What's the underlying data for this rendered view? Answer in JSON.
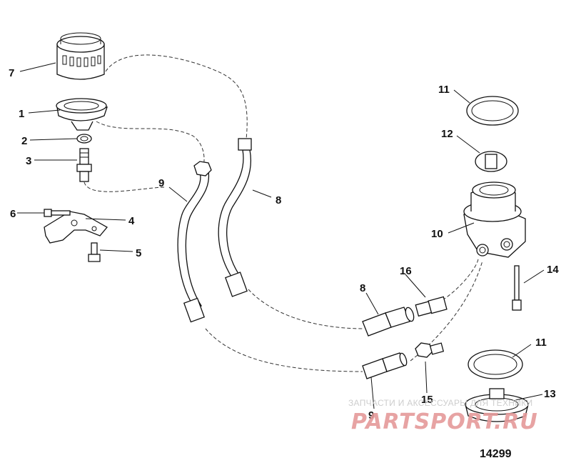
{
  "callouts": {
    "c1": "1",
    "c2": "2",
    "c3": "3",
    "c4": "4",
    "c5": "5",
    "c6": "6",
    "c7": "7",
    "c8a": "8",
    "c8b": "8",
    "c9a": "9",
    "c9b": "9",
    "c10": "10",
    "c11a": "11",
    "c11b": "11",
    "c12": "12",
    "c13": "13",
    "c14": "14",
    "c15": "15",
    "c16": "16"
  },
  "figure_number": "14299",
  "watermark": {
    "top_text": "ЗАПЧАСТИ И АКСЕССУАРЫ ДЛЯ ТЕХНИКИ",
    "logo": "PARTSPORT.RU"
  }
}
